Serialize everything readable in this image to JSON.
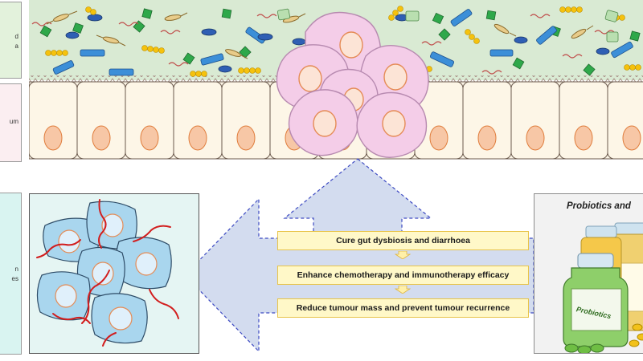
{
  "left_labels": {
    "top": {
      "line1": "d",
      "line2": "a"
    },
    "middle": {
      "line1": "um"
    },
    "bottom": {
      "line1": "n",
      "line2": "es"
    }
  },
  "steps": [
    "Cure gut dysbiosis and diarrhoea",
    "Enhance chemotherapy and immunotherapy efficacy",
    "Reduce tumour mass and prevent tumour recurrence"
  ],
  "probiotics_panel": {
    "title": "Probiotics and",
    "bottle_label": "Probiotics"
  },
  "colors": {
    "lumen_green": "#d9ead3",
    "epithelial_cell": "#fdf6e7",
    "nucleus": "#f7c7a6",
    "tumour_cell": "#f4cde8",
    "arrow_fill": "#d3dcef",
    "arrow_stroke": "#3d4ac2",
    "step_fill": "#fff8c8",
    "pill_green": "#6fbe44",
    "pill_yellow": "#f2c21b"
  },
  "icons": [
    "bacteria-icon",
    "tumour-cell-icon",
    "probiotic-bottle-icon",
    "blood-vessel-icon"
  ]
}
